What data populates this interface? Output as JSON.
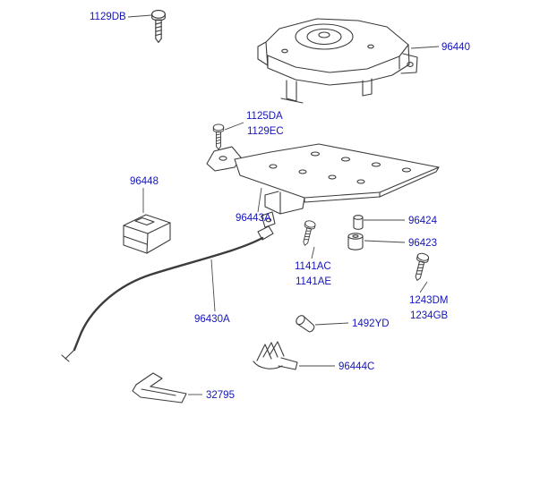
{
  "colors": {
    "background": "#ffffff",
    "line": "#3c3c3c",
    "leader": "#4a4a4a",
    "label": "#1414b9"
  },
  "diagram": {
    "parts": {
      "screw_1129db": {
        "label": "1129DB"
      },
      "actuator_96440": {
        "label": "96440"
      },
      "screws_1125": {
        "labels": [
          "1125DA",
          "1129EC"
        ]
      },
      "clip_96448": {
        "label": "96448"
      },
      "bracket_96443a": {
        "label": "96443A"
      },
      "spacer_96424": {
        "label": "96424"
      },
      "bushing_96423": {
        "label": "96423"
      },
      "screws_1141": {
        "labels": [
          "1141AC",
          "1141AE"
        ]
      },
      "screws_1243": {
        "labels": [
          "1243DM",
          "1234GB"
        ]
      },
      "cable_96430a": {
        "label": "96430A"
      },
      "grommet_1492yd": {
        "label": "1492YD"
      },
      "clip_96444c": {
        "label": "96444C"
      },
      "bracket_32795": {
        "label": "32795"
      }
    }
  }
}
